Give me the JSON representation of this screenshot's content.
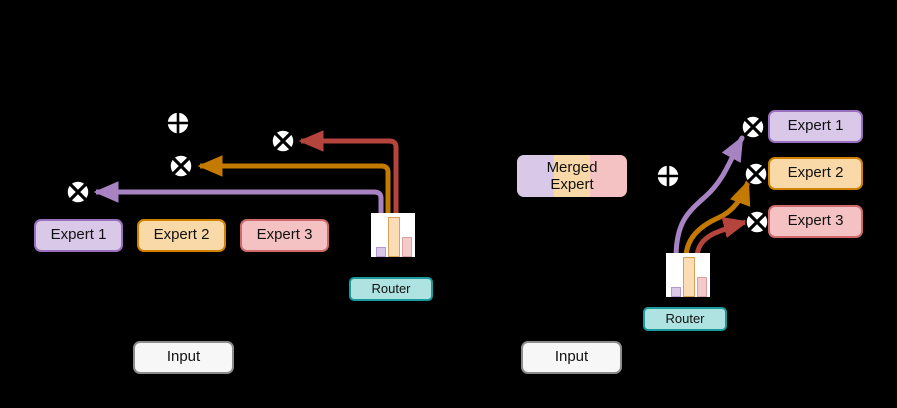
{
  "background": "#000000",
  "colors": {
    "purple": "#a883c4",
    "orange": "#c47a00",
    "red": "#b5453c",
    "expert1_fill": "#d9c8e8",
    "expert1_border": "#9a6fbd",
    "expert2_fill": "#fad9a8",
    "expert2_border": "#cf8200",
    "expert3_fill": "#f4c2c2",
    "expert3_border": "#d06a6a",
    "router_fill": "#aee3e1",
    "router_border": "#1a9a9a",
    "input_fill": "#f7f7f7",
    "input_border": "#8c8c8c",
    "node_fill": "#ffffff",
    "node_stroke": "#000000"
  },
  "left_panel": {
    "experts": [
      {
        "label": "Expert 1",
        "color_key": "e1"
      },
      {
        "label": "Expert 2",
        "color_key": "e2"
      },
      {
        "label": "Expert 3",
        "color_key": "e3"
      }
    ],
    "router_label": "Router",
    "input_label": "Input",
    "sum_node": {
      "icon": "circle-plus-icon",
      "symbol": "+"
    },
    "product_nodes": [
      {
        "icon": "circle-times-icon",
        "symbol": "x",
        "for_expert": "Expert 1"
      },
      {
        "icon": "circle-times-icon",
        "symbol": "x",
        "for_expert": "Expert 2"
      },
      {
        "icon": "circle-times-icon",
        "symbol": "x",
        "for_expert": "Expert 3"
      }
    ],
    "histogram": {
      "icon": "router-weights-histogram-icon",
      "bars": [
        {
          "series": "Expert 1",
          "value": 0.18,
          "color_key": "b1"
        },
        {
          "series": "Expert 2",
          "value": 1.0,
          "color_key": "b2"
        },
        {
          "series": "Expert 3",
          "value": 0.45,
          "color_key": "b3"
        }
      ]
    }
  },
  "right_panel": {
    "merged_expert_label": "Merged\nExpert",
    "merged_bands": [
      "#d9c8e8",
      "#fad9a8",
      "#f4c2c2"
    ],
    "experts": [
      {
        "label": "Expert 1",
        "color_key": "e1"
      },
      {
        "label": "Expert 2",
        "color_key": "e2"
      },
      {
        "label": "Expert 3",
        "color_key": "e3"
      }
    ],
    "router_label": "Router",
    "input_label": "Input",
    "sum_node": {
      "icon": "circle-plus-icon",
      "symbol": "+"
    },
    "product_nodes": [
      {
        "icon": "circle-times-icon",
        "symbol": "x",
        "for_expert": "Expert 1"
      },
      {
        "icon": "circle-times-icon",
        "symbol": "x",
        "for_expert": "Expert 2"
      },
      {
        "icon": "circle-times-icon",
        "symbol": "x",
        "for_expert": "Expert 3"
      }
    ],
    "histogram": {
      "icon": "router-weights-histogram-icon",
      "bars": [
        {
          "series": "Expert 1",
          "value": 0.18,
          "color_key": "b1"
        },
        {
          "series": "Expert 2",
          "value": 1.0,
          "color_key": "b2"
        },
        {
          "series": "Expert 3",
          "value": 0.45,
          "color_key": "b3"
        }
      ]
    }
  }
}
